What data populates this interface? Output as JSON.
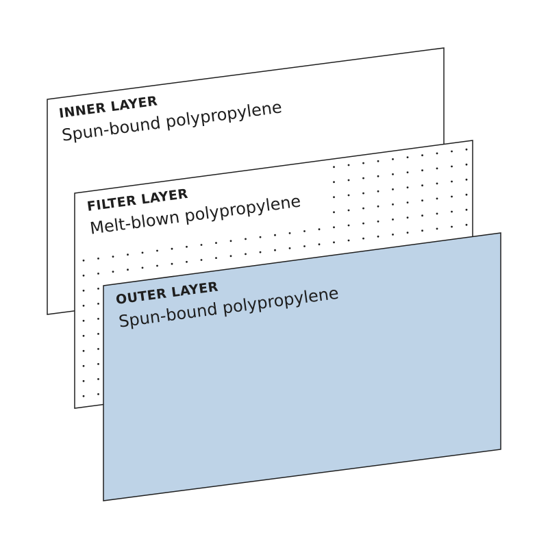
{
  "layers": [
    {
      "key": "inner",
      "title": "INNER LAYER",
      "material": "Spun-bound polypropylene",
      "fill": "#ffffff",
      "pattern": "none"
    },
    {
      "key": "filter",
      "title": "FILTER LAYER",
      "material": "Melt-blown polypropylene",
      "fill": "#ffffff",
      "pattern": "dots"
    },
    {
      "key": "outer",
      "title": "OUTER LAYER",
      "material": "Spun-bound polypropylene",
      "fill": "#bed3e7",
      "pattern": "none"
    }
  ],
  "colors": {
    "stroke": "#1e1e1e",
    "dot": "#1e1e1e",
    "background": "#ffffff"
  }
}
